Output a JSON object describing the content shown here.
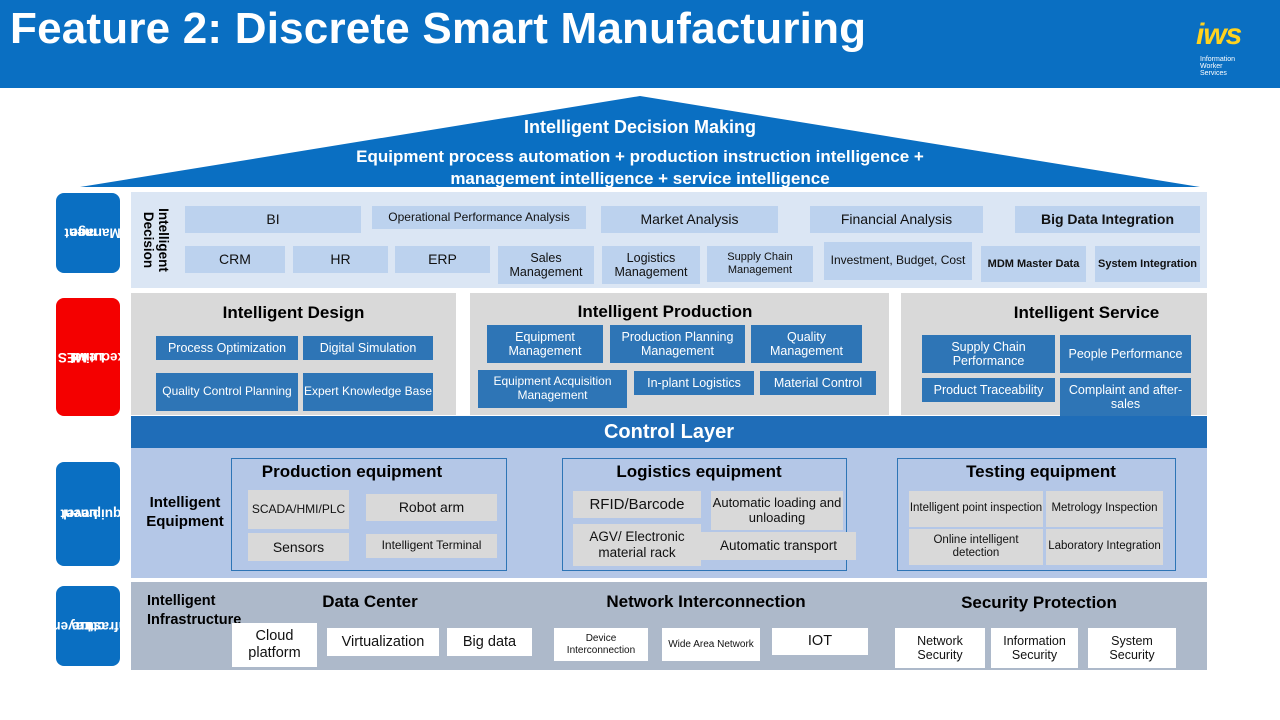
{
  "header": {
    "title": "Feature 2: Discrete Smart Manufacturing",
    "logo_word": "iws",
    "logo_tagline": [
      "Information",
      "Worker",
      "Services"
    ]
  },
  "roof": {
    "title": "Intelligent Decision Making",
    "subtitle_line1": "Equipment process automation + production instruction intelligence +",
    "subtitle_line2": "management intelligence + service intelligence"
  },
  "layers": {
    "management": [
      "Manage",
      "ment"
    ],
    "executive": [
      "Executive",
      "Level",
      "MES"
    ],
    "equipment": [
      "Equipment",
      "Level"
    ],
    "infrastructure": [
      "Infrastru",
      "cture",
      "Layer"
    ]
  },
  "management": {
    "label": [
      "Intelligent",
      "Decision"
    ],
    "row1": [
      "BI",
      "Operational Performance Analysis",
      "Market Analysis",
      "Financial Analysis",
      "Big Data Integration"
    ],
    "row2": [
      "CRM",
      "HR",
      "ERP",
      "Sales Management",
      "Logistics Management",
      "Supply Chain Management",
      "Investment, Budget, Cost",
      "MDM Master Data",
      "System Integration"
    ]
  },
  "executive": {
    "design": {
      "title": "Intelligent Design",
      "items": [
        "Process Optimization",
        "Digital Simulation",
        "Quality Control Planning",
        "Expert Knowledge Base"
      ]
    },
    "production": {
      "title": "Intelligent Production",
      "items": [
        "Equipment Management",
        "Production Planning Management",
        "Quality Management",
        "Equipment Acquisition Management",
        "In-plant Logistics",
        "Material Control"
      ]
    },
    "service": {
      "title": "Intelligent Service",
      "items": [
        "Supply Chain Performance",
        "People Performance",
        "Product Traceability",
        "Complaint and after-sales"
      ]
    }
  },
  "control_layer": "Control Layer",
  "equipment": {
    "label": [
      "Intelligent",
      "Equipment"
    ],
    "production": {
      "title": "Production equipment",
      "items": [
        "SCADA/HMI/PLC",
        "Robot arm",
        "Sensors",
        "Intelligent Terminal"
      ]
    },
    "logistics": {
      "title": "Logistics equipment",
      "items": [
        "RFID/Barcode",
        "Automatic loading and unloading",
        "AGV/ Electronic material rack",
        "Automatic transport"
      ]
    },
    "testing": {
      "title": "Testing equipment",
      "items": [
        "Intelligent point inspection",
        "Metrology Inspection",
        "Online intelligent detection",
        "Laboratory Integration"
      ]
    }
  },
  "infrastructure": {
    "label": [
      "Intelligent",
      "Infrastructure"
    ],
    "data_center": {
      "title": "Data Center",
      "items": [
        "Cloud platform",
        "Virtualization",
        "Big data"
      ]
    },
    "network": {
      "title": "Network Interconnection",
      "items": [
        "Device Interconnection",
        "Wide Area Network",
        "IOT"
      ]
    },
    "security": {
      "title": "Security Protection",
      "items": [
        "Network Security",
        "Information Security",
        "System Security"
      ]
    }
  },
  "colors": {
    "brand_blue": "#0a6fc2",
    "mes_red": "#f40000",
    "box_dark": "#2e75b6",
    "box_light": "#bcd2ee",
    "logo_yellow": "#ffd21f"
  }
}
